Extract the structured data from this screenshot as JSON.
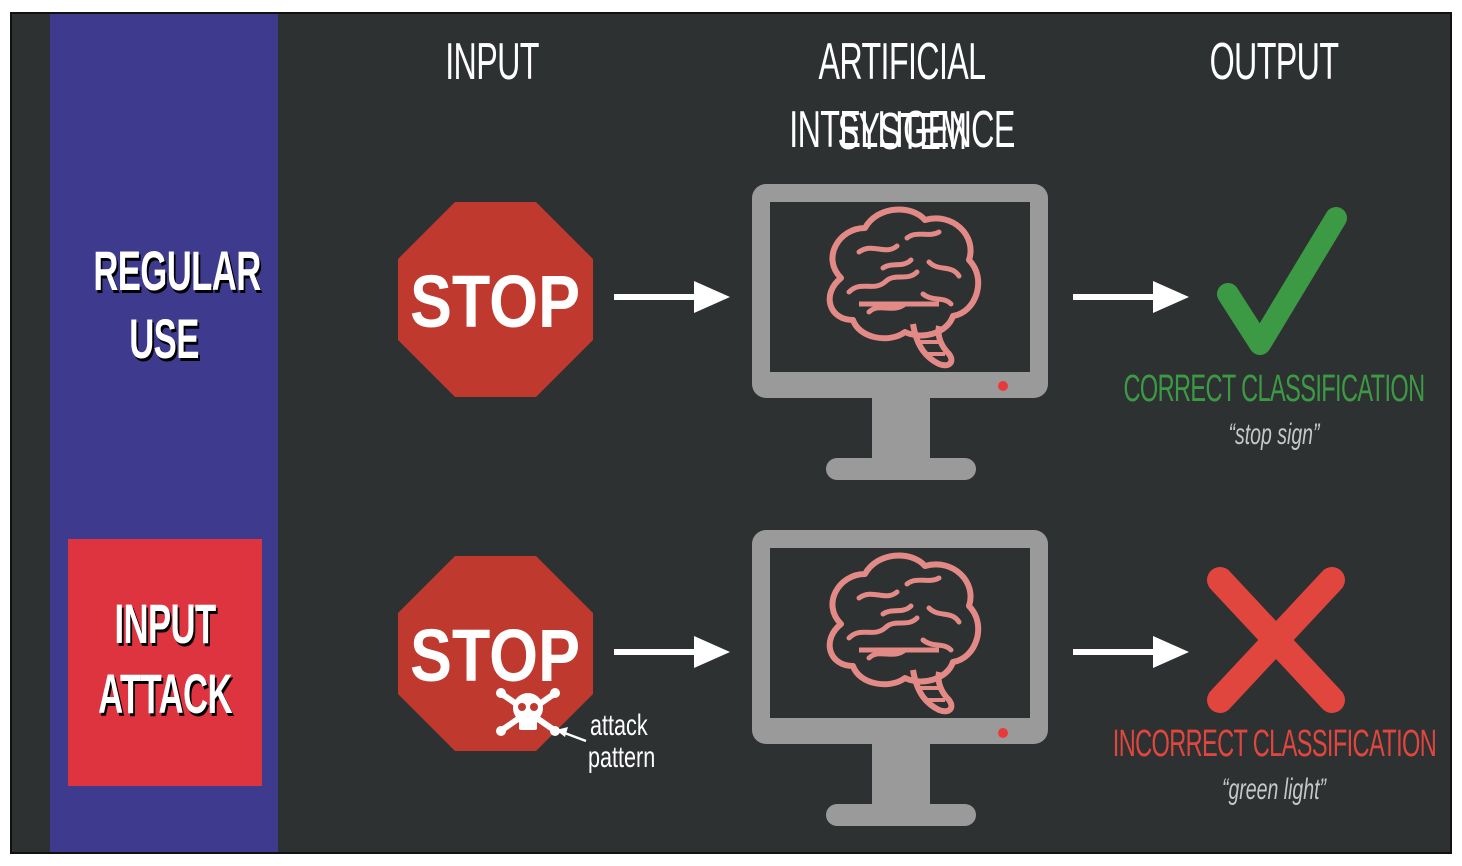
{
  "headers": {
    "input": "INPUT",
    "ai_line1": "ARTIFICIAL INTELLIGENCE",
    "ai_line2": "SYSTEM",
    "output": "OUTPUT"
  },
  "rows": {
    "regular": {
      "label_line1": "REGULAR",
      "label_line2": "USE",
      "sign_text": "STOP",
      "result_label": "CORRECT CLASSIFICATION",
      "result_quote": "“stop sign”",
      "result_icon": "check-icon"
    },
    "attack": {
      "label_line1": "INPUT",
      "label_line2": "ATTACK",
      "sign_text": "STOP",
      "annotation_line1": "attack",
      "annotation_line2": "pattern",
      "result_label": "INCORRECT CLASSIFICATION",
      "result_quote": "“green light”",
      "result_icon": "x-icon"
    }
  },
  "colors": {
    "background": "#2d3132",
    "sidebar": "#3e3a8e",
    "attack_box": "#dd3440",
    "stop_sign": "#c0392f",
    "monitor": "#9a9a9a",
    "brain": "#e38a86",
    "correct": "#3d9a44",
    "incorrect": "#e0463e"
  }
}
